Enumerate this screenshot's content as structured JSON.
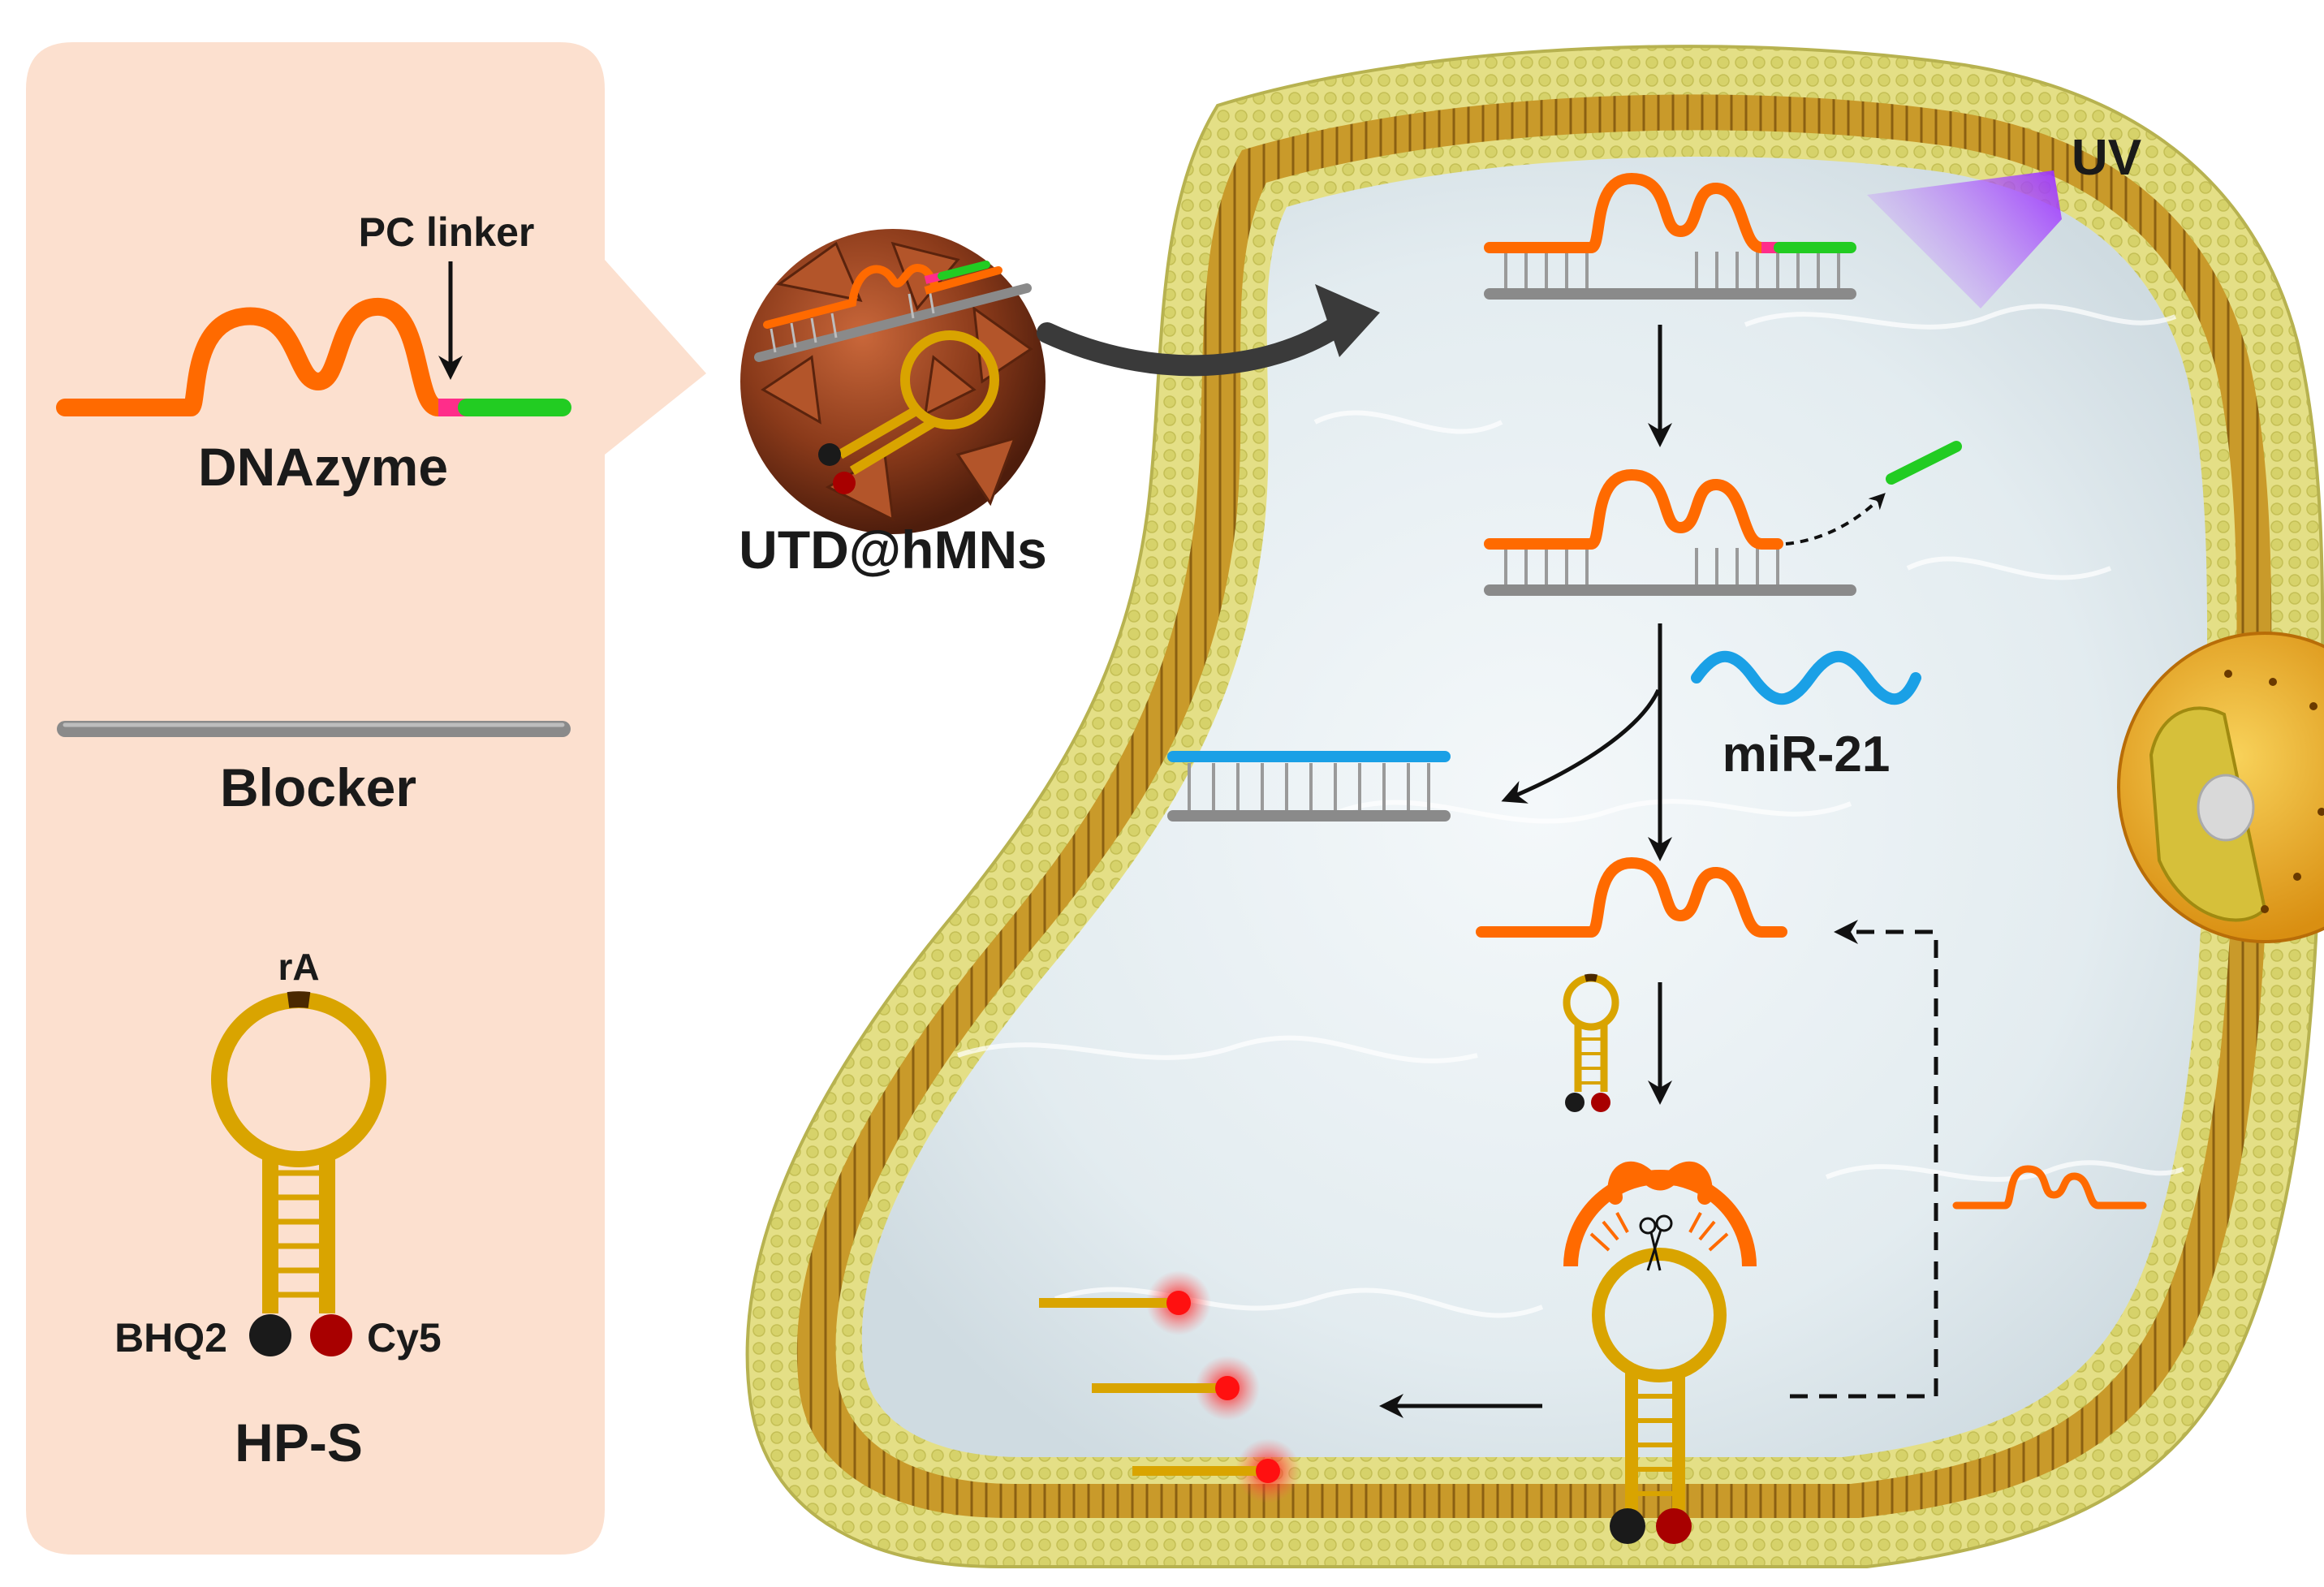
{
  "legend_panel": {
    "dnazyme": {
      "name": "DNAzyme",
      "pc_linker": "PC linker"
    },
    "blocker": {
      "name": "Blocker"
    },
    "hairpin": {
      "name": "HP-S",
      "loop_label": "rA",
      "quencher": "BHQ2",
      "fluorophore": "Cy5"
    }
  },
  "nanoparticle": {
    "name": "UTD@hMNs"
  },
  "cell": {
    "uv_label": "UV",
    "mirna_label": "miR-21"
  },
  "colors": {
    "panel_bg": "#fce0cf",
    "dnazyme": "#ff6a00",
    "pc_linker": "#ff2d8a",
    "cleaved_fragment": "#22cc22",
    "blocker": "#8a8a8a",
    "hairpin": "#d9a400",
    "bhq2": "#1a1a1a",
    "cy5": "#a80000",
    "mirna": "#1aa0e6",
    "membrane": "#e2dd7a",
    "cytoplasm": "#e6eef2",
    "uv": "#b44dff",
    "nanoparticle": "#8a3a1a"
  }
}
